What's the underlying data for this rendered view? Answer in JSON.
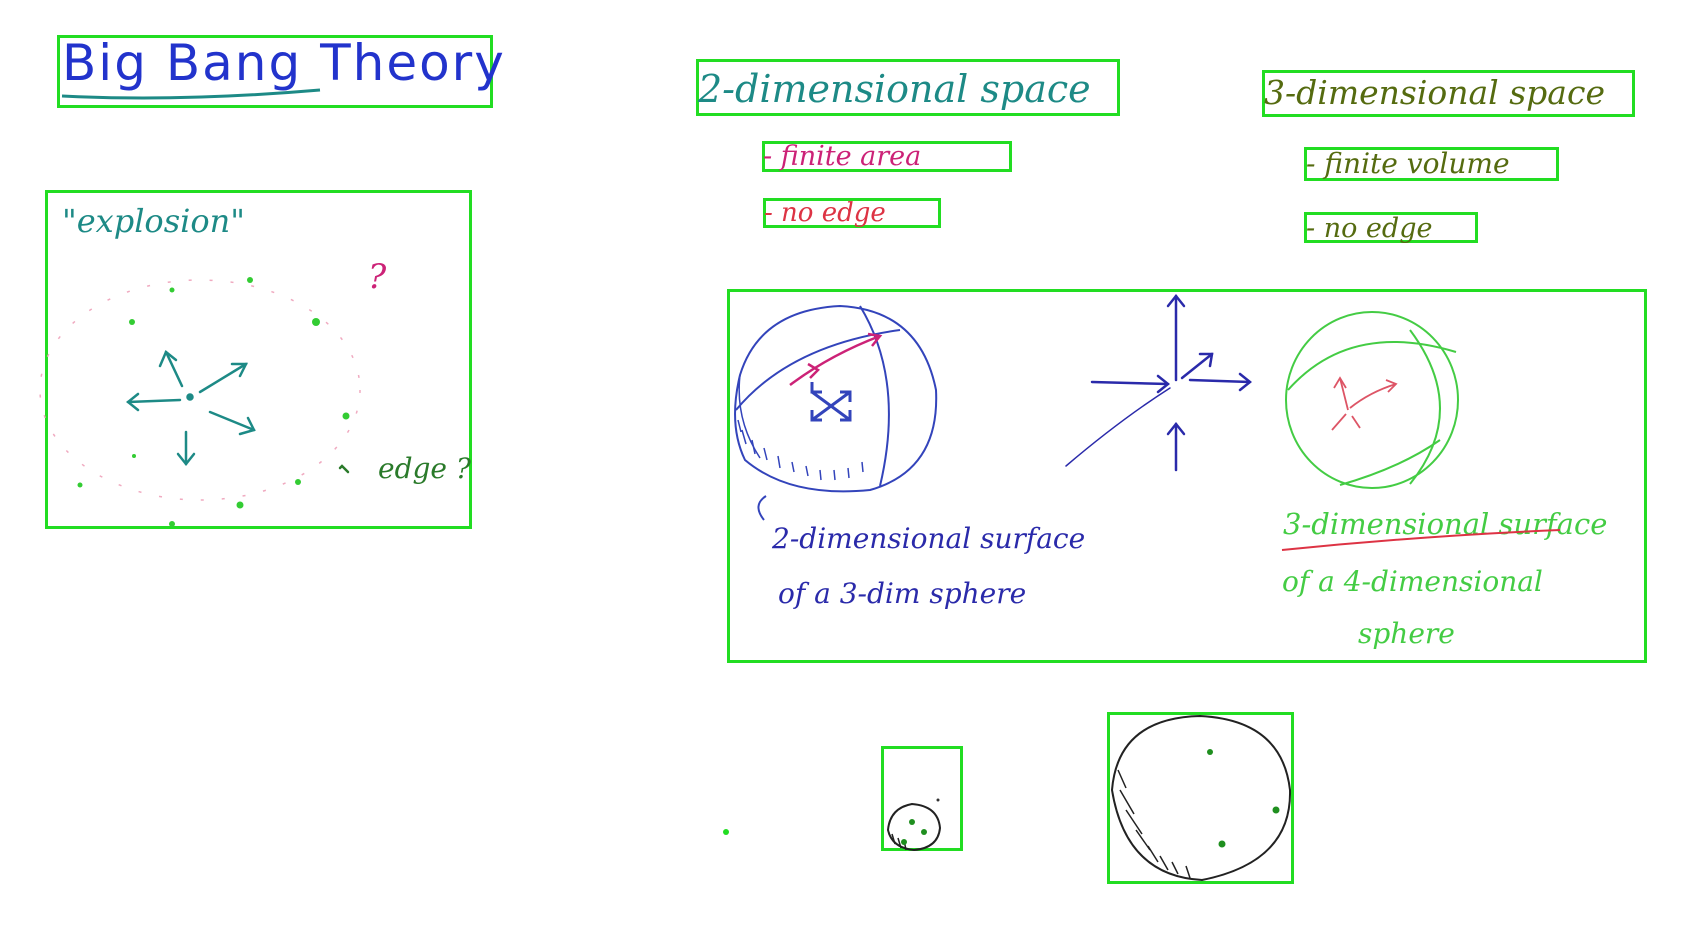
{
  "title": "Big Bang Theory",
  "explosion_panel": {
    "label": "\"explosion\"",
    "question": "?",
    "edge_label": "edge ?"
  },
  "two_dim": {
    "heading": "2-dimensional space",
    "finite": "- finite area",
    "no_edge": "- no edge",
    "surface_line1": "2-dimensional surface",
    "surface_line2": "of a 3-dim sphere"
  },
  "three_dim": {
    "heading": "3-dimensional space",
    "finite": "- finite volume",
    "no_edge": "- no edge",
    "surface_line1": "3-dimensional surface",
    "surface_line2": "of a 4-dimensional",
    "surface_line3": "sphere"
  },
  "colors": {
    "box": "#22dd22",
    "title_blue": "#2233cc",
    "teal": "#1d8a86",
    "magenta": "#cc2277",
    "red": "#dd3344",
    "olive": "#556b10",
    "green": "#44cc44",
    "navy": "#2a2aaa",
    "dark": "#222222",
    "dot_green": "#1f8f1f"
  }
}
